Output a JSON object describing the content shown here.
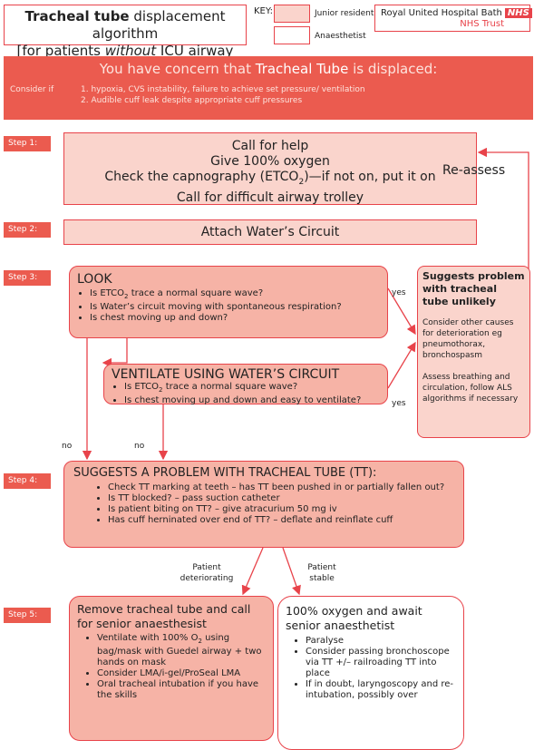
{
  "header": {
    "title_bold": "Tracheal tube",
    "title_rest": " displacement algorithm",
    "subtitle_pre": "[for patients ",
    "subtitle_em": "without",
    "subtitle_post": " ICU airway alert]",
    "key_label": "KEY:",
    "key_junior": "Junior resident",
    "key_anaesthetist": "Anaesthetist",
    "hospital": "Royal United Hospital Bath",
    "nhs_logo": "NHS",
    "trust": "NHS Trust"
  },
  "banner": {
    "title_pre": "You have concern that ",
    "title_tt": "Tracheal Tube",
    "title_post": " is displaced:",
    "consider": "Consider if",
    "item1": "1. hypoxia, CVS instability, failure to achieve set pressure/ ventilation",
    "item2": "2. Audible cuff leak despite appropriate cuff pressures"
  },
  "steps": {
    "s1": "Step 1:",
    "s2": "Step 2:",
    "s3": "Step 3:",
    "s4": "Step 4:",
    "s5": "Step 5:"
  },
  "step1": {
    "l1": "Call for help",
    "l2": "Give 100% oxygen",
    "l3a": "Check the capnography (ETCO",
    "l3sub": "2",
    "l3b": ")—if not on, put it on",
    "l4": "Call for difficult airway trolley"
  },
  "reassess": "Re-assess",
  "step2": "Attach Water’s Circuit",
  "look": {
    "title": "LOOK",
    "b1a": "Is ETCO",
    "b1sub": "2",
    "b1b": " trace a normal square wave?",
    "b2": "Is Water’s circuit moving with spontaneous respiration?",
    "b3": "Is chest moving up and down?"
  },
  "ventilate": {
    "title": "VENTILATE USING WATER’S CIRCUIT",
    "b1a": "Is ETCO",
    "b1sub": "2",
    "b1b": " trace a normal square wave?",
    "b2": "Is chest moving up and down and easy to ventilate?"
  },
  "yes1": "yes",
  "yes2": "yes",
  "no1": "no",
  "no2": "no",
  "side": {
    "title": "Suggests problem with tracheal tube unlikely",
    "p1": "Consider other causes for deterioration eg pneumothorax, bronchospasm",
    "p2": "Assess breathing and circulation, follow ALS algorithms if necessary"
  },
  "step4": {
    "title": "SUGGESTS A PROBLEM WITH TRACHEAL TUBE (TT):",
    "b1": "Check TT marking at teeth – has TT been pushed in or partially fallen out?",
    "b2": "Is TT blocked? – pass suction catheter",
    "b3": "Is patient biting on TT? – give atracurium 50 mg iv",
    "b4": "Has cuff herninated over end of TT? – deflate and reinflate cuff"
  },
  "branch": {
    "deteriorating_1": "Patient",
    "deteriorating_2": "deteriorating",
    "stable_1": "Patient",
    "stable_2": "stable"
  },
  "remove": {
    "title": "Remove tracheal tube and call for senior anaesthesist",
    "b1a": "Ventilate with 100% O",
    "b1sub": "2",
    "b1b": " using bag/mask with Guedel airway + two hands on mask",
    "b2": "Consider LMA/i-gel/ProSeal LMA",
    "b3": "Oral tracheal intubation if you have the skills"
  },
  "await": {
    "title": "100% oxygen and await senior anaesthetist",
    "b1": "Paralyse",
    "b2": "Consider passing bronchoscope via TT +/– railroading TT into place",
    "b3": "If in doubt, laryngoscopy and re-intubation, possibly over"
  },
  "colors": {
    "accent": "#e8434a",
    "banner": "#eb5b4f",
    "junior_fill": "#fad4cc",
    "junior_dark": "#f6b3a6"
  }
}
